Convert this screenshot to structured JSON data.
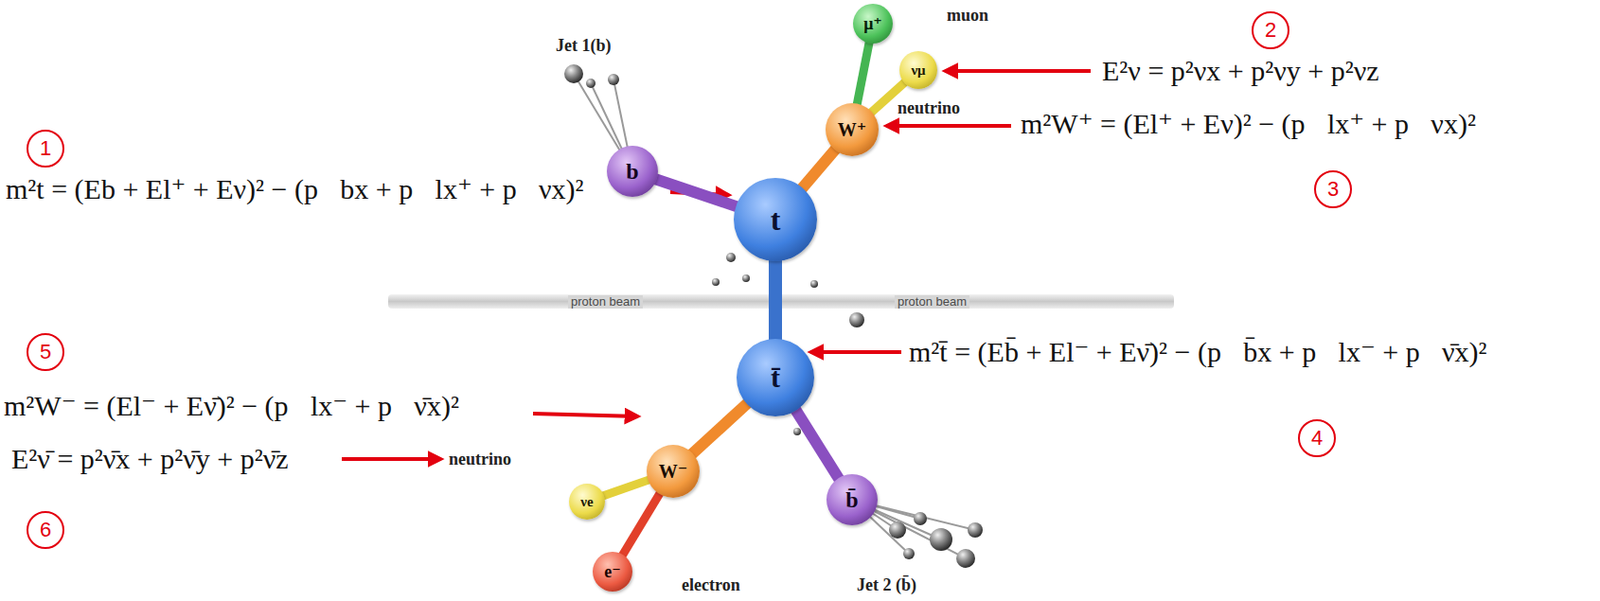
{
  "diagram": {
    "nodes": [
      {
        "text": [
          "μ⁺"
        ]
      },
      {
        "text": [
          "2"
        ]
      },
      {
        "text": [
          "b"
        ]
      },
      {
        "text": [
          "νμ"
        ]
      },
      {
        "text": [
          "W⁺"
        ]
      },
      {
        "text": [
          "1"
        ]
      },
      {
        "text": [
          "t"
        ]
      },
      {
        "text": [
          "3"
        ]
      },
      {
        "text": [
          "t̄"
        ]
      },
      {
        "text": [
          "5"
        ]
      },
      {
        "text": [
          "W⁻"
        ]
      },
      {
        "text": [
          "b̄"
        ]
      },
      {
        "text": [
          "4"
        ]
      },
      {
        "text": [
          "νe"
        ]
      },
      {
        "text": [
          "6"
        ]
      },
      {
        "text": [
          "e⁻"
        ]
      }
    ],
    "edges": [
      {
        "from": 6,
        "to": 2,
        "arrow": "none"
      },
      {
        "from": 6,
        "to": 4,
        "arrow": "none"
      },
      {
        "from": 4,
        "to": 0,
        "arrow": "none"
      },
      {
        "from": 4,
        "to": 3,
        "arrow": "none"
      },
      {
        "from": 6,
        "to": 8,
        "arrow": "none"
      },
      {
        "from": 8,
        "to": 10,
        "arrow": "none"
      },
      {
        "from": 8,
        "to": 11,
        "arrow": "none"
      },
      {
        "from": 10,
        "to": 13,
        "arrow": "none"
      },
      {
        "from": 10,
        "to": 15,
        "arrow": "none"
      }
    ],
    "labels": [
      "Jet 1(b)",
      "muon",
      "E²ν = p²νx + p²νy + p²νz",
      "neutrino",
      "m²W⁺ = (El⁺ + Eν)² − (p⃗lx⁺ + p⃗νx)²",
      "m²t = (Eb + El⁺ + Eν)² − (p⃗bx + p⃗lx⁺ + p⃗νx)²",
      "proton beam",
      "proton beam",
      "m²t̄ = (Eb̄ + El⁻ + Eν̄)² − (p⃗b̄x + p⃗lx⁻ + p⃗ν̄x)²",
      "m²W⁻ = (El⁻ + Eν̄)² − (p⃗lx⁻ + p⃗ν̄x)²",
      "E²ν̄ = p²ν̄x + p²ν̄y + p²ν̄z",
      "neutrino",
      "electron",
      "Jet 2 (b̄)"
    ]
  }
}
